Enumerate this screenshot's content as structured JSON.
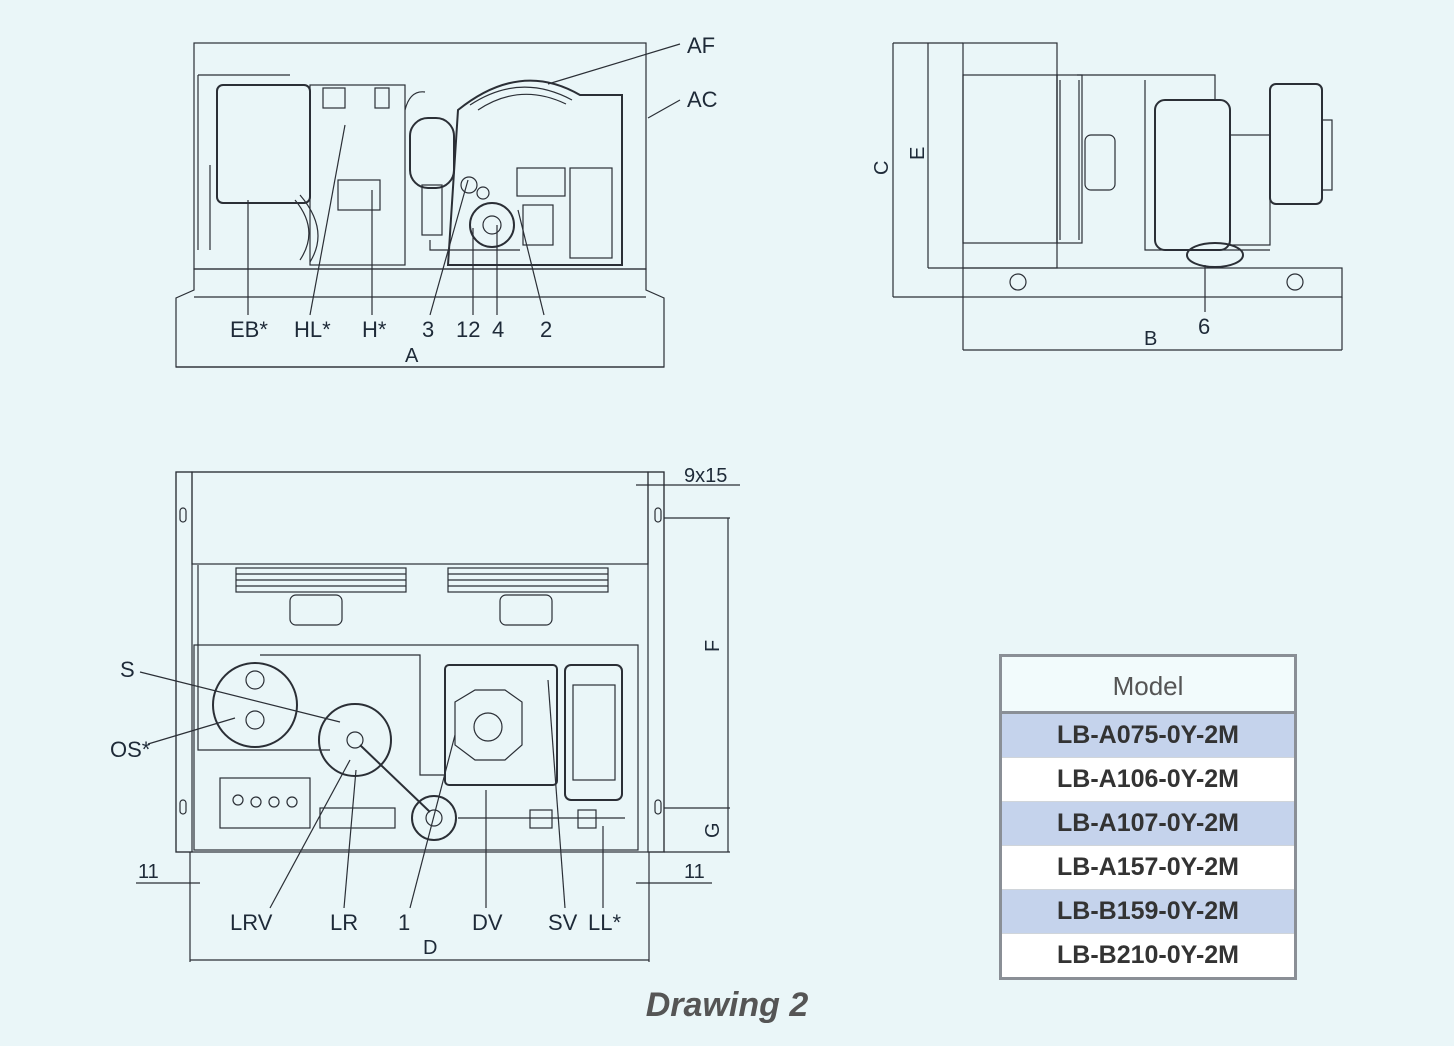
{
  "drawing": {
    "front_view_labels": [
      "AF",
      "AC",
      "EB*",
      "HL*",
      "H*",
      "3",
      "12",
      "4",
      "2",
      "A"
    ],
    "side_view_labels": [
      "C",
      "E",
      "B",
      "6"
    ],
    "top_view_labels": [
      "9x15",
      "S",
      "OS*",
      "F",
      "G",
      "11",
      "11",
      "LRV",
      "LR",
      "1",
      "DV",
      "SV",
      "LL*",
      "D"
    ]
  },
  "model_table": {
    "header": "Model",
    "rows": [
      "LB-A075-0Y-2M",
      "LB-A106-0Y-2M",
      "LB-A107-0Y-2M",
      "LB-A157-0Y-2M",
      "LB-B159-0Y-2M",
      "LB-B210-0Y-2M"
    ],
    "alt_row_color": "#c5d3ec"
  },
  "caption": "Drawing 2"
}
